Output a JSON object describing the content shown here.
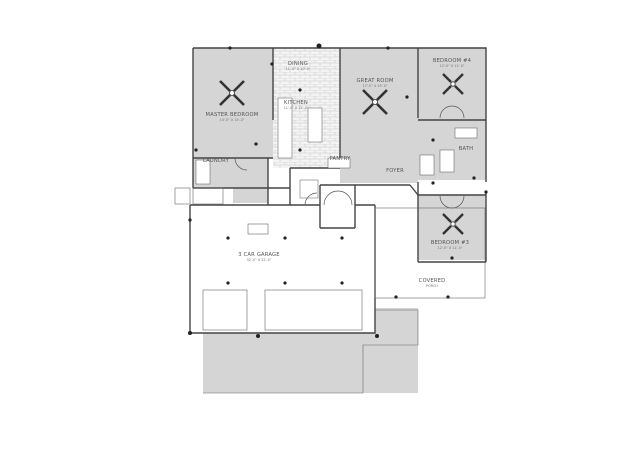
{
  "rooms": {
    "dining": {
      "label": "DINING",
      "dims": "11'-0\" X 10'-0\""
    },
    "great_room": {
      "label": "GREAT ROOM",
      "dims": "17'-0\" X 19'-0\""
    },
    "bedroom_top": {
      "label": "BEDROOM #4",
      "dims": "12'-0\" X 11'-0\""
    },
    "master": {
      "label": "MASTER BEDROOM",
      "dims": "14'-0\" X 15'-0\""
    },
    "kitchen": {
      "label": "KITCHEN",
      "dims": "11'-0\" X 12'-0\""
    },
    "laundry": {
      "label": "LAUNDRY",
      "dims": ""
    },
    "pantry": {
      "label": "PANTRY",
      "dims": ""
    },
    "foyer": {
      "label": "FOYER",
      "dims": ""
    },
    "bath": {
      "label": "BATH",
      "dims": ""
    },
    "bedroom_bot": {
      "label": "BEDROOM #3",
      "dims": "12'-0\" X 11'-0\""
    },
    "garage": {
      "label": "3 CAR GARAGE",
      "dims": "32'-0\" X 22'-0\""
    },
    "covered": {
      "label": "COVERED",
      "dims": "PORCH"
    }
  },
  "colors": {
    "room_fill": "#d5d5d5",
    "wall": "#444444",
    "background": "#ffffff"
  }
}
